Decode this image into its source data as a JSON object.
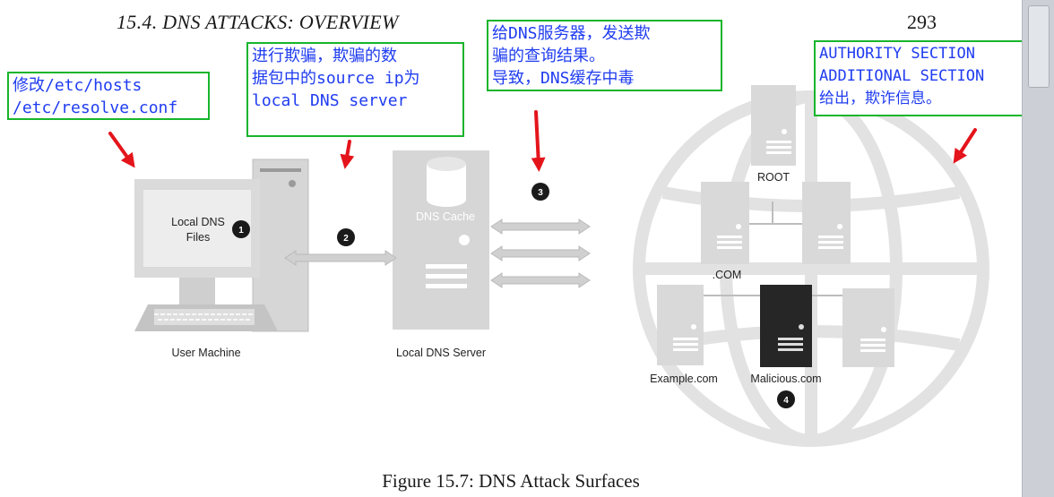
{
  "header": {
    "title": "15.4.  DNS ATTACKS: OVERVIEW",
    "page_number": "293"
  },
  "annotations": [
    {
      "lines": [
        "修改/etc/hosts",
        "/etc/resolve.conf"
      ]
    },
    {
      "lines": [
        "进行欺骗，欺骗的数",
        "据包中的source ip为",
        "local DNS server"
      ]
    },
    {
      "lines": [
        "给DNS服务器，发送欺",
        "骗的查询结果。",
        "导致，DNS缓存中毒"
      ]
    },
    {
      "lines": [
        "AUTHORITY SECTION",
        "ADDITIONAL SECTION",
        "给出，欺诈信息。"
      ]
    }
  ],
  "diagram": {
    "screen_label_line1": "Local DNS",
    "screen_label_line2": "Files",
    "dns_cache_label": "DNS Cache",
    "user_machine_label": "User Machine",
    "local_dns_server_label": "Local DNS Server",
    "root_label": "ROOT",
    "com_label": ".COM",
    "example_label": "Example.com",
    "malicious_label": "Malicious.com",
    "badges": [
      "1",
      "2",
      "3",
      "4"
    ]
  },
  "colors": {
    "annotation_border": "#17b52b",
    "annotation_text": "#1f3cf0",
    "arrow": "#e4141b",
    "malicious_server": "#262626"
  },
  "caption": "Figure 15.7: DNS Attack Surfaces"
}
